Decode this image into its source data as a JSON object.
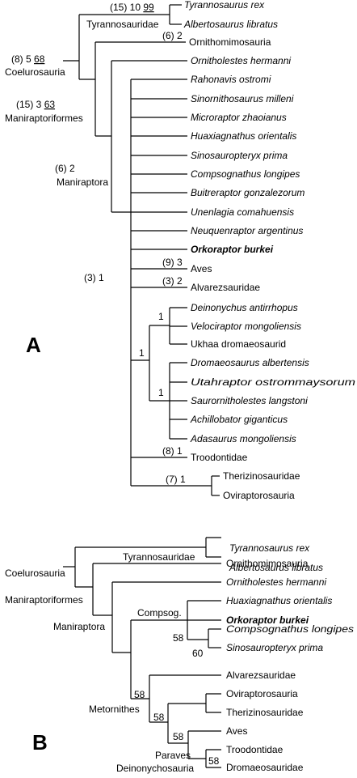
{
  "panels": [
    "A",
    "B"
  ],
  "tree_a": {
    "taxa": [
      "Tyrannosaurus rex",
      "Albertosaurus libratus",
      "Ornithomimosauria",
      "Ornitholestes hermanni",
      "Rahonavis ostromi",
      "Sinornithosaurus milleni",
      "Microraptor zhaoianus",
      "Huaxiagnathus orientalis",
      "Sinosauropteryx prima",
      "Compsognathus longipes",
      "Buitreraptor gonzalezorum",
      "Unenlagia comahuensis",
      "Neuquenraptor argentinus",
      "Orkoraptor burkei",
      "Aves",
      "Alvarezsauridae",
      "Deinonychus antirrhopus",
      "Velociraptor mongoliensis",
      "Ukhaa dromaeosaurid",
      "Dromaeosaurus albertensis",
      "Utahraptor ostrommaysorum",
      "Saurornitholestes langstoni",
      "Achillobator giganticus",
      "Adasaurus mongoliensis",
      "Troodontidae",
      "Therizinosauridae",
      "Oviraptorosauria"
    ],
    "clade_labels": [
      "Tyrannosauridae",
      "Coelurosauria",
      "Maniraptoriformes",
      "Maniraptora"
    ],
    "support": {
      "tyran_a": "(15) 10 ",
      "tyran_b": "99",
      "coel_a": "(8) 5 ",
      "coel_b": "68",
      "mani_a": "(15) 3 ",
      "mani_b": "63",
      "ornitho": "(6) 2",
      "maniraptora": "(6) 2",
      "aves": "(9) 3",
      "alvarez": "(3) 2",
      "big_node": "(3) 1",
      "dromaeo": "1",
      "vel": "1",
      "dro": "1",
      "troodon": "(8) 1",
      "theriz": "(7) 1"
    }
  },
  "tree_b": {
    "taxa": [
      "Tyrannosaurus rex",
      "Albertosaurus libratus",
      "Ornithomimosauria",
      "Ornitholestes hermanni",
      "Huaxiagnathus orientalis",
      "Orkoraptor burkei",
      "Compsognathus longipes",
      "Sinosauropteryx prima",
      "Alvarezsauridae",
      "Oviraptorosauria",
      "Therizinosauridae",
      "Aves",
      "Troodontidae",
      "Dromaeosauridae"
    ],
    "clade_labels": [
      "Tyrannosauridae",
      "Coelurosauria",
      "Maniraptoriformes",
      "Maniraptora",
      "Compsog.",
      "Metornithes",
      "Paraves",
      "Deinonychosauria"
    ],
    "support": [
      "58",
      "60",
      "58",
      "58",
      "58",
      "58"
    ]
  }
}
